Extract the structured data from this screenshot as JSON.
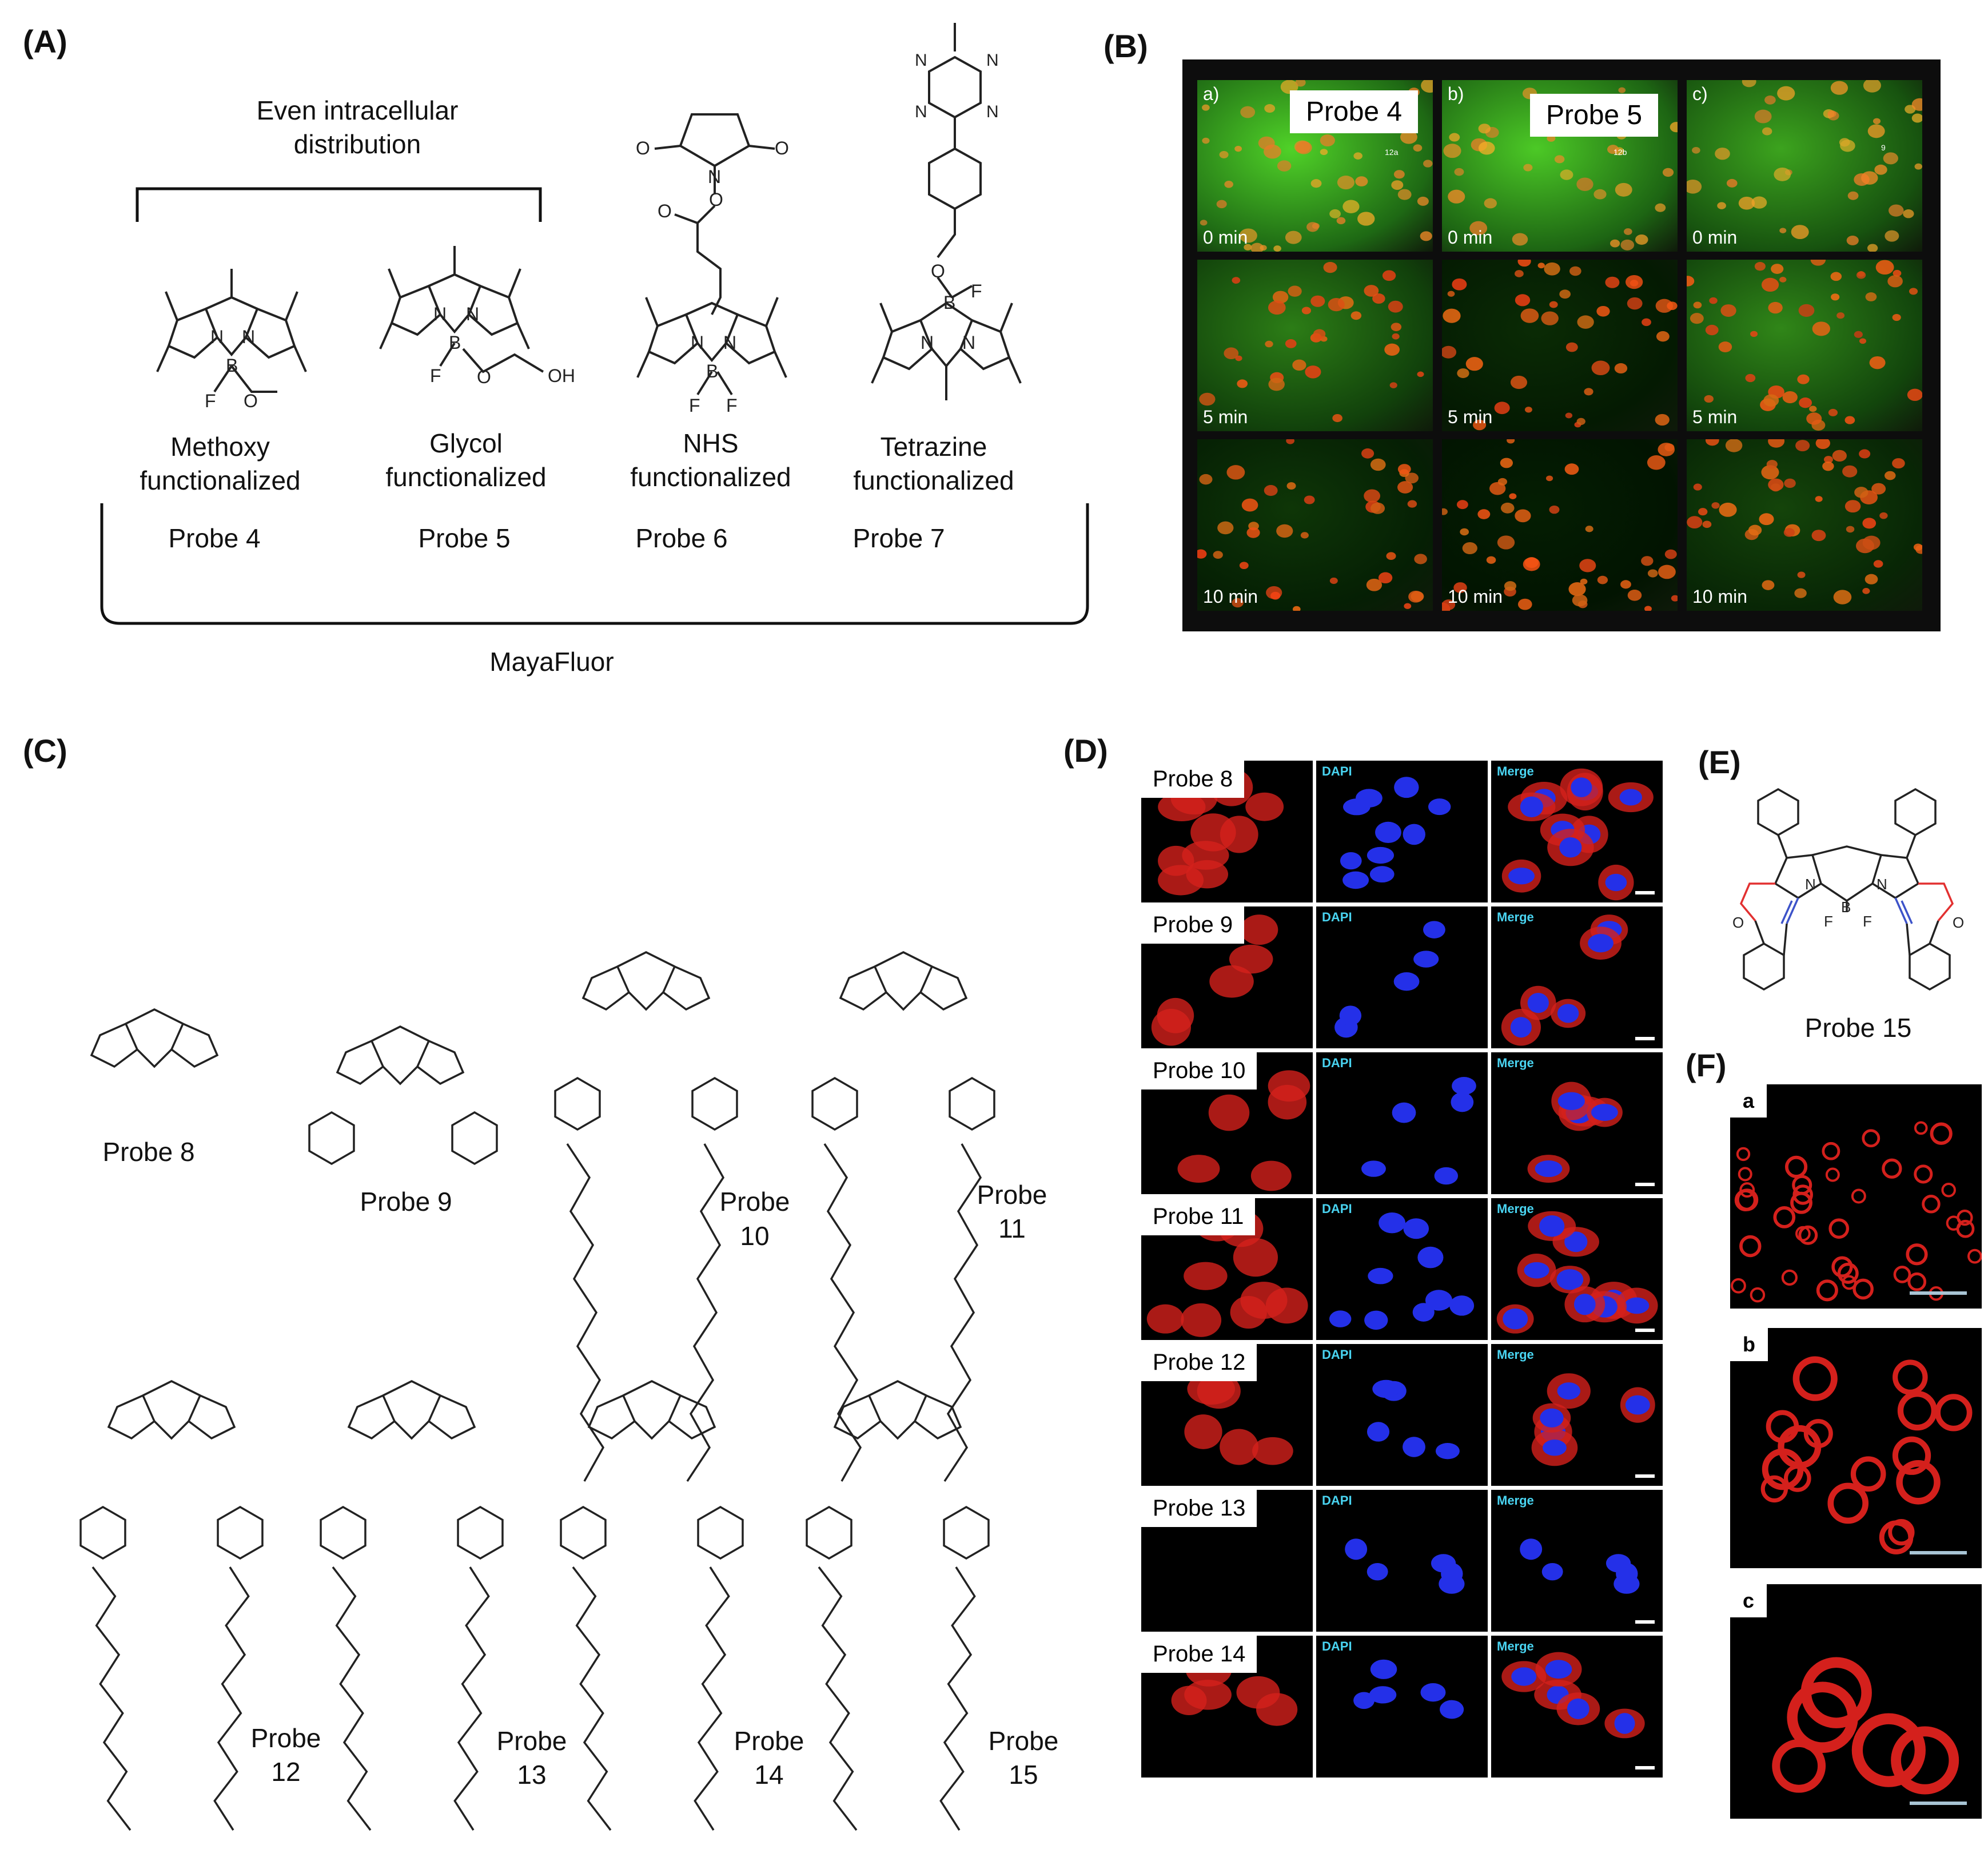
{
  "panels": {
    "A": "(A)",
    "B": "(B)",
    "C": "(C)",
    "D": "(D)",
    "E": "(E)",
    "F": "(F)"
  },
  "panel_a": {
    "even_distribution": "Even intracellular distribution",
    "family": "MayaFluor",
    "probes": [
      {
        "name": "Probe 4",
        "func_line1": "Methoxy",
        "func_line2": "functionalized"
      },
      {
        "name": "Probe 5",
        "func_line1": "Glycol",
        "func_line2": "functionalized"
      },
      {
        "name": "Probe 6",
        "func_line1": "NHS",
        "func_line2": "functionalized"
      },
      {
        "name": "Probe 7",
        "func_line1": "Tetrazine",
        "func_line2": "functionalized"
      }
    ],
    "atoms": {
      "N": "N",
      "B": "B",
      "F": "F",
      "O": "O",
      "OH": "OH"
    }
  },
  "panel_b": {
    "column_letters": [
      "a)",
      "b)",
      "c)"
    ],
    "probe_labels": [
      "Probe 4",
      "Probe 5"
    ],
    "times": [
      "0 min",
      "5 min",
      "10 min"
    ],
    "inset_labels": [
      "12a",
      "12b",
      "9"
    ]
  },
  "panel_c": {
    "probes": [
      "Probe 8",
      "Probe 9",
      "Probe 10",
      "Probe 11",
      "Probe 12",
      "Probe 13",
      "Probe 14",
      "Probe 15"
    ]
  },
  "panel_d": {
    "rows": [
      "Probe 8",
      "Probe 9",
      "Probe 10",
      "Probe 11",
      "Probe 12",
      "Probe 13",
      "Probe 14"
    ],
    "columns": [
      "DAPI",
      "Merge"
    ]
  },
  "panel_e": {
    "probe": "Probe 15"
  },
  "panel_f": {
    "subpanels": [
      "a",
      "b",
      "c"
    ]
  },
  "colors": {
    "cell_red": "#d4201c",
    "nucleus_blue": "#2430e8",
    "fluor_green": "#3fb52c",
    "dapi_label": "#49d3f0"
  }
}
